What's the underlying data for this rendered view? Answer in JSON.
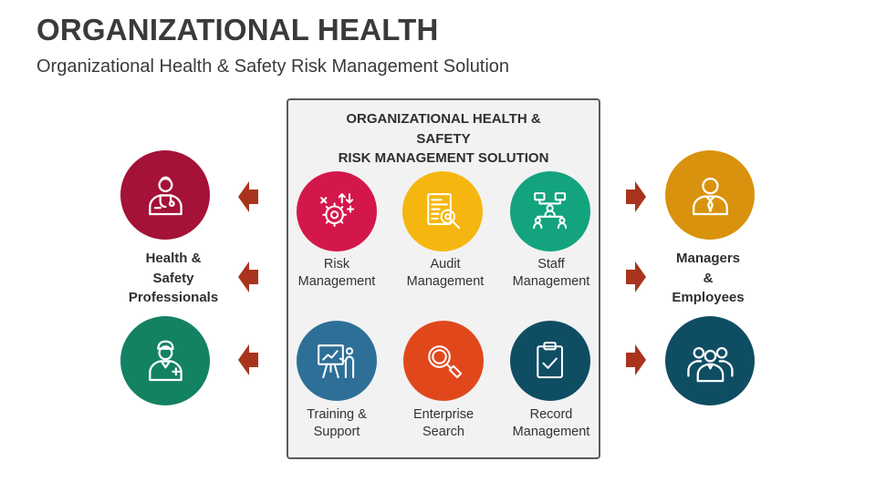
{
  "title": "ORGANIZATIONAL HEALTH",
  "subtitle": "Organizational Health & Safety Risk Management Solution",
  "panel": {
    "title_lines": [
      "ORGANIZATIONAL HEALTH &",
      "SAFETY",
      "RISK MANAGEMENT SOLUTION"
    ]
  },
  "modules": [
    {
      "line1": "Risk",
      "line2": "Management",
      "color": "#d4174a",
      "icon": "gear-arrows-icon"
    },
    {
      "line1": "Audit",
      "line2": "Management",
      "color": "#f5b70f",
      "icon": "audit-document-icon"
    },
    {
      "line1": "Staff",
      "line2": "Management",
      "color": "#14a37f",
      "icon": "org-chart-icon"
    },
    {
      "line1": "Training &",
      "line2": "Support",
      "color": "#2e6f98",
      "icon": "presentation-icon"
    },
    {
      "line1": "Enterprise",
      "line2": "Search",
      "color": "#e0481c",
      "icon": "magnifier-icon"
    },
    {
      "line1": "Record",
      "line2": "Management",
      "color": "#0f4d63",
      "icon": "clipboard-check-icon"
    }
  ],
  "left": {
    "label_lines": [
      "Health &",
      "Safety",
      "Professionals"
    ],
    "top_color": "#a41238",
    "bottom_color": "#138262",
    "arrow_color": "#a8341d"
  },
  "right": {
    "label_lines": [
      "Managers",
      "&",
      "Employees"
    ],
    "top_color": "#d9920d",
    "bottom_color": "#0f4d63",
    "arrow_color": "#a8341d"
  }
}
